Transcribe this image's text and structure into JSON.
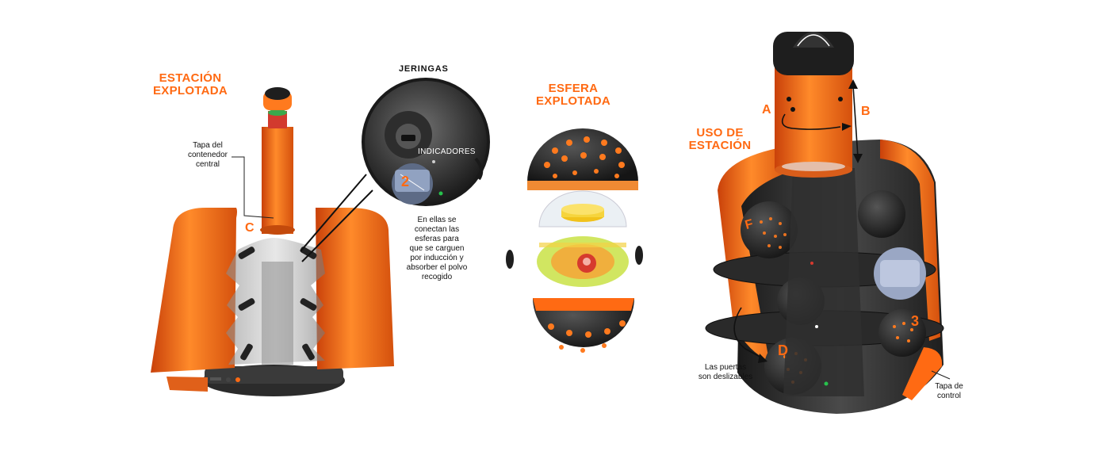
{
  "titles": {
    "station_exploded": [
      "ESTACIÓN",
      "EXPLOTADA"
    ],
    "syringes": "JERINGAS",
    "sphere_exploded": [
      "ESFERA",
      "EXPLOTADA"
    ],
    "station_use": [
      "USO DE",
      "ESTACIÓN"
    ]
  },
  "annotations": {
    "lid_central": [
      "Tapa del",
      "contenedor",
      "central"
    ],
    "indicators": "INDICADORES",
    "connect_note": [
      "En ellas se",
      "conectan las",
      "esferas para",
      "que se carguen",
      "por inducción y",
      "absorber el polvo",
      "recogido"
    ],
    "doors_note": [
      "Las puertas",
      "son deslizables"
    ],
    "control_lid": [
      "Tapa de",
      "control"
    ]
  },
  "letters": {
    "c": "C",
    "a": "A",
    "b": "B",
    "f": "F",
    "d": "D",
    "num2": "2",
    "num3": "3"
  },
  "colors": {
    "accent": "#ff6a13",
    "dark": "#2a2a2a",
    "text": "#111111"
  }
}
